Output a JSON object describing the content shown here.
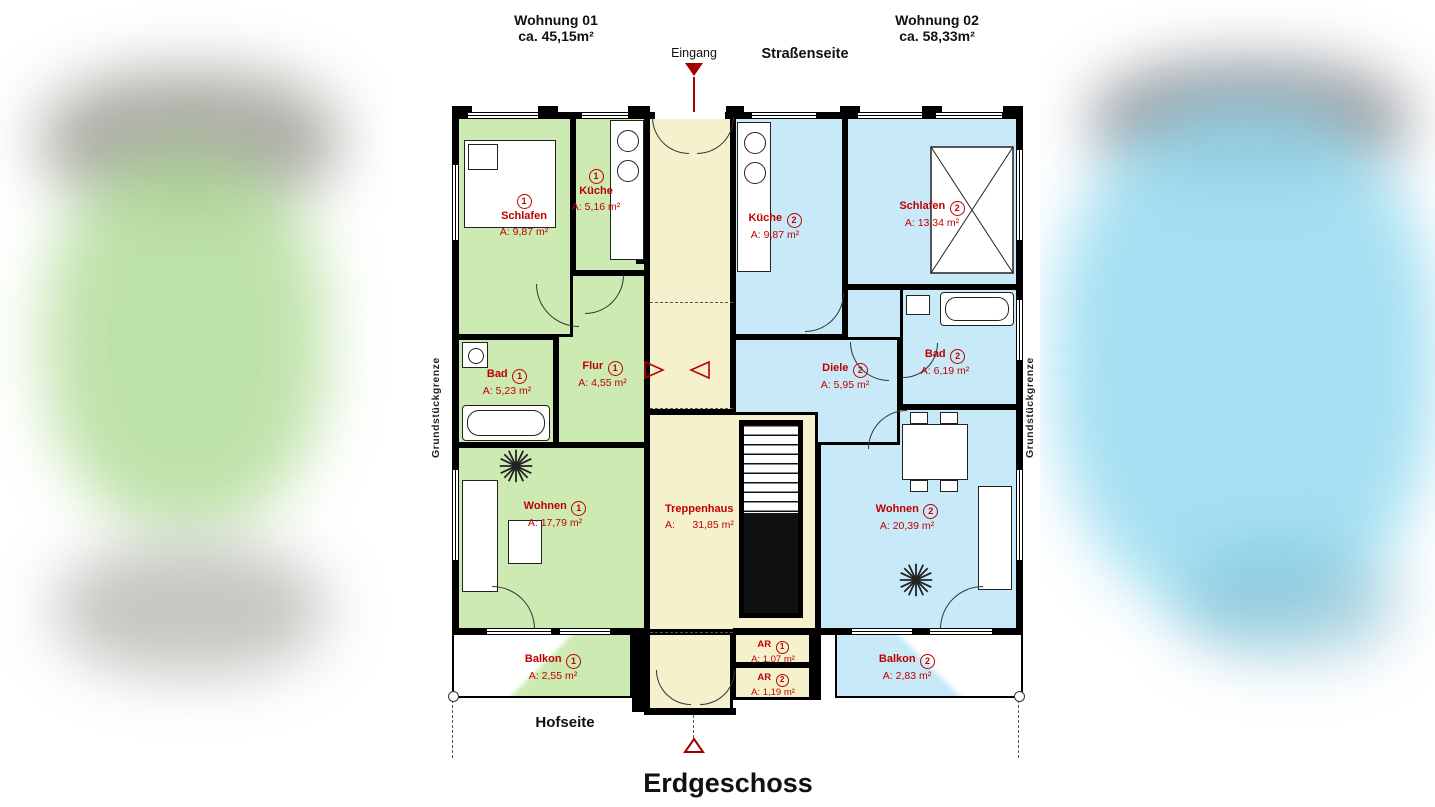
{
  "page_title": "Erdgeschoss",
  "header": {
    "apartment1": {
      "title": "Wohnung 01",
      "area": "ca. 45,15m²"
    },
    "apartment2": {
      "title": "Wohnung 02",
      "area": "ca. 58,33m²"
    },
    "entrance": "Eingang",
    "street_side": "Straßenseite"
  },
  "boundaries": {
    "left": "Grundstückgrenze",
    "right": "Grundstückgrenze"
  },
  "footer": {
    "courtyard_side": "Hofseite"
  },
  "apartment1": {
    "schlafen": {
      "name": "Schlafen",
      "number": "1",
      "area": "A: 9,87 m²"
    },
    "kueche": {
      "name": "Küche",
      "number": "1",
      "area": "A: 5,16 m²"
    },
    "bad": {
      "name": "Bad",
      "number": "1",
      "area": "A: 5,23 m²"
    },
    "flur": {
      "name": "Flur",
      "number": "1",
      "area": "A: 4,55 m²"
    },
    "wohnen": {
      "name": "Wohnen",
      "number": "1",
      "area": "A: 17,79 m²"
    },
    "balkon": {
      "name": "Balkon",
      "number": "1",
      "area": "A: 2,55 m²"
    }
  },
  "apartment2": {
    "kueche": {
      "name": "Küche",
      "number": "2",
      "area": "A: 9,87 m²"
    },
    "schlafen": {
      "name": "Schlafen",
      "number": "2",
      "area": "A: 13,34 m²"
    },
    "bad": {
      "name": "Bad",
      "number": "2",
      "area": "A: 6,19 m²"
    },
    "diele": {
      "name": "Diele",
      "number": "2",
      "area": "A: 5,95 m²"
    },
    "wohnen": {
      "name": "Wohnen",
      "number": "2",
      "area": "A: 20,39 m²"
    },
    "balkon": {
      "name": "Balkon",
      "number": "2",
      "area": "A: 2,83 m²"
    }
  },
  "common": {
    "treppenhaus": {
      "name": "Treppenhaus",
      "area": "A:      31,85 m²"
    },
    "ar1": {
      "name": "AR",
      "number": "1",
      "area": "A: 1,07 m²"
    },
    "ar2": {
      "name": "AR",
      "number": "2",
      "area": "A: 1,19 m²"
    }
  },
  "colors": {
    "apartment1_fill": "#cdeab2",
    "apartment2_fill": "#c7e9f8",
    "stairwell_fill": "#f6f1cd",
    "label_red": "#c00000",
    "marker_red": "#a00000",
    "wall_black": "#000000"
  }
}
